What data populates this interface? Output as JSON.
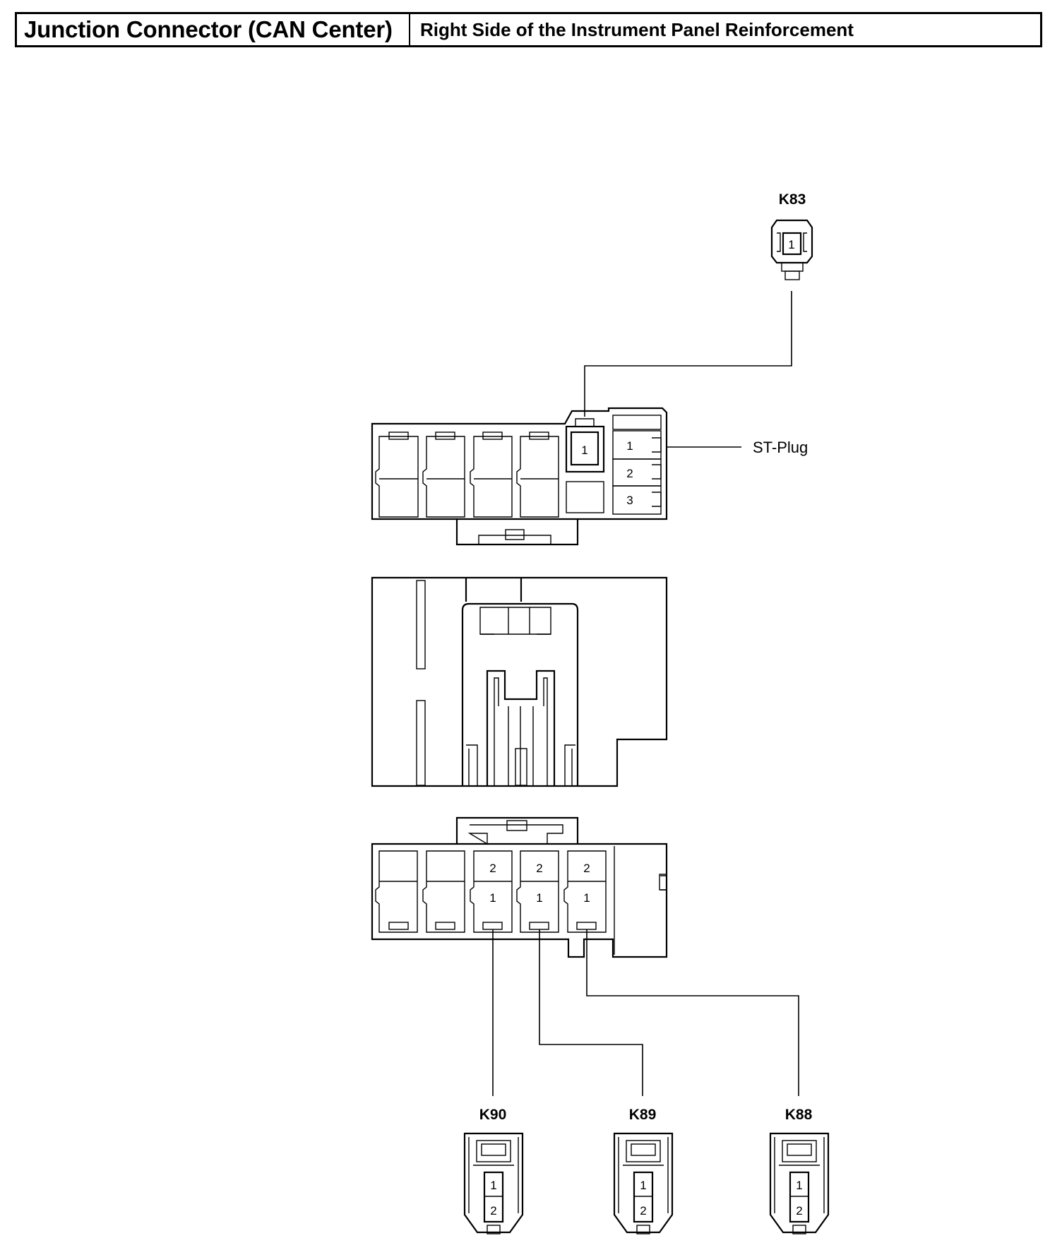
{
  "header": {
    "title": "Junction Connector (CAN Center)",
    "location": "Right Side of the Instrument Panel Reinforcement"
  },
  "connectors": {
    "k83": {
      "label": "K83",
      "pin1": "1"
    },
    "k90": {
      "label": "K90",
      "pin1": "1",
      "pin2": "2"
    },
    "k89": {
      "label": "K89",
      "pin1": "1",
      "pin2": "2"
    },
    "k88": {
      "label": "K88",
      "pin1": "1",
      "pin2": "2"
    }
  },
  "top_block": {
    "st_plug_label": "ST-Plug",
    "cavity_pin": "1",
    "st_pins": [
      "1",
      "2",
      "3"
    ]
  },
  "bottom_block": {
    "upper_pins": [
      "2",
      "2",
      "2"
    ],
    "lower_pins": [
      "1",
      "1",
      "1"
    ]
  }
}
